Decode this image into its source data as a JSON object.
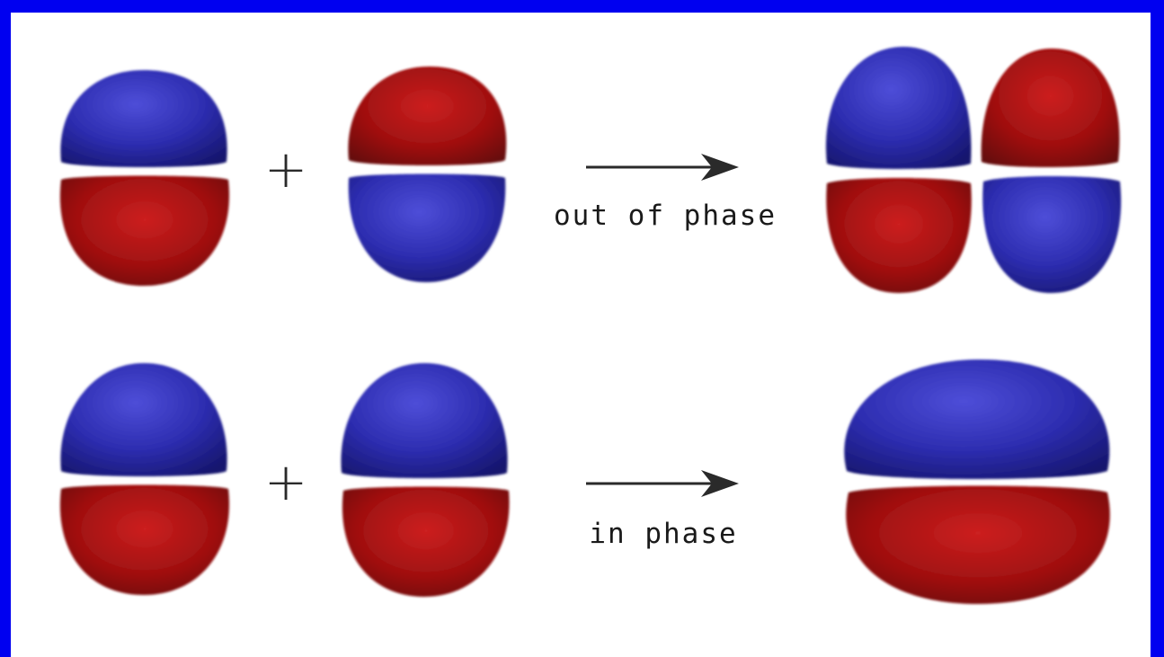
{
  "colors": {
    "border": "#0000f0",
    "background": "#ffffff",
    "positive_lobe": "#2a2aa8",
    "negative_lobe": "#a01010",
    "text": "#1a1a1a"
  },
  "rows": [
    {
      "operator": "+",
      "caption": "out of phase",
      "result": "p-orbital-antibonding-four-lobe"
    },
    {
      "operator": "+",
      "caption": "in phase",
      "result": "p-orbital-bonding-two-lobe"
    }
  ]
}
